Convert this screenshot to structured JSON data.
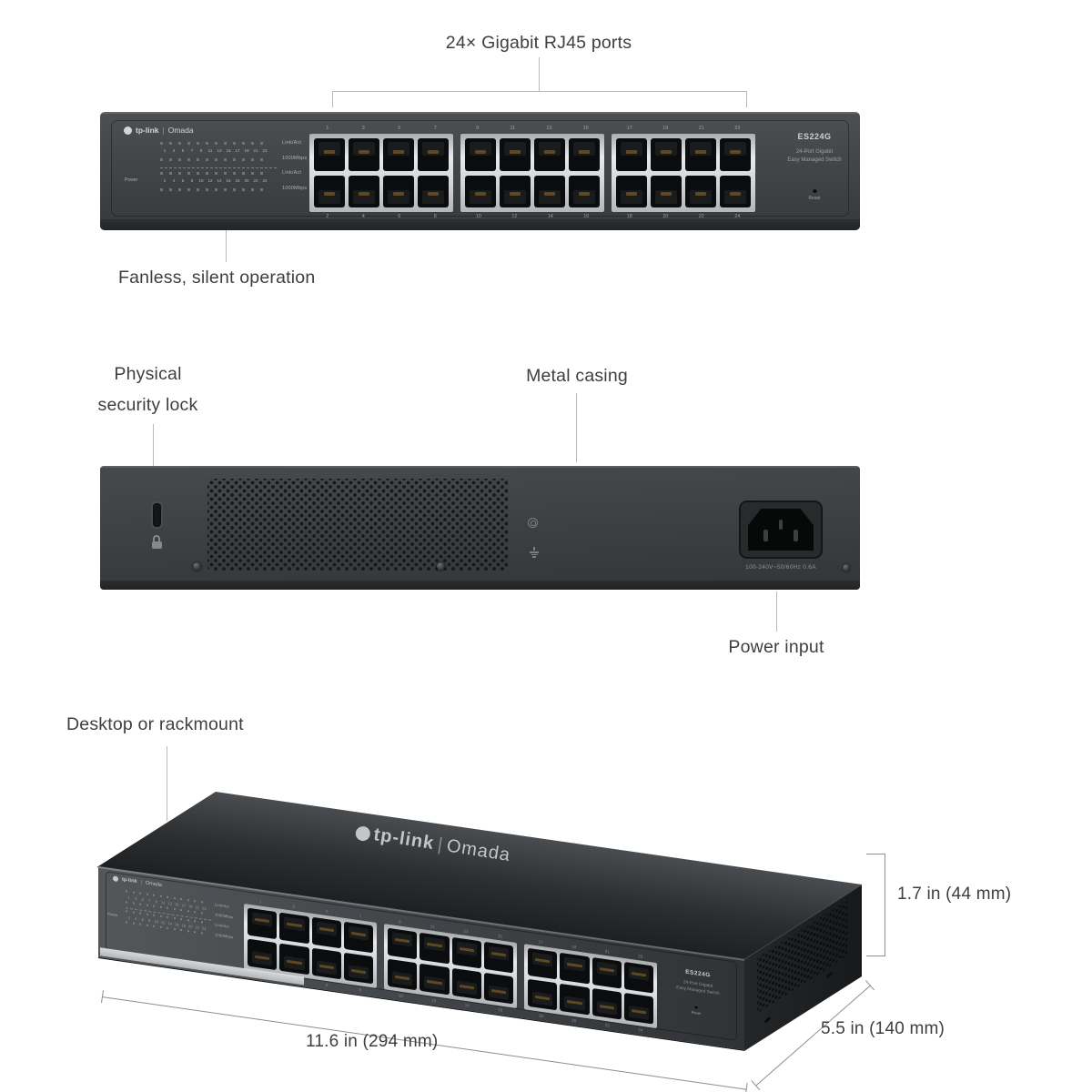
{
  "annotations": {
    "ports_label": "24× Gigabit RJ45 ports",
    "fanless_label": "Fanless, silent operation",
    "lock_label_line1": "Physical",
    "lock_label_line2": "security lock",
    "metal_label": "Metal casing",
    "power_label": "Power input",
    "mount_label": "Desktop or rackmount",
    "dim_height": "1.7 in (44 mm)",
    "dim_length": "11.6 in (294 mm)",
    "dim_depth": "5.5 in (140 mm)"
  },
  "device": {
    "brand": "tp-link",
    "logo_separator": "|",
    "series": "Omada",
    "model": "ES224G",
    "line1": "24-Port Gigabit",
    "line2": "Easy Managed Switch",
    "reset": "Reset",
    "power_led": "Power",
    "led_labels": [
      "Link/Act",
      "1000Mbps",
      "Link/Act",
      "1000Mbps"
    ],
    "odd_ports": [
      "1",
      "3",
      "5",
      "7",
      "9",
      "11",
      "13",
      "15",
      "17",
      "19",
      "21",
      "23"
    ],
    "even_ports": [
      "2",
      "4",
      "6",
      "8",
      "10",
      "12",
      "14",
      "16",
      "18",
      "20",
      "22",
      "24"
    ],
    "power_rating": "100-240V~50/60Hz 0.6A"
  },
  "colors": {
    "body_dark": "#3d4043",
    "body_darker": "#26282a",
    "plate_light": "#dfe1e3",
    "annotation_text": "#3b3f42",
    "leader_line": "#b7babc",
    "dim_line": "#8b8e91",
    "background": "#ffffff"
  }
}
